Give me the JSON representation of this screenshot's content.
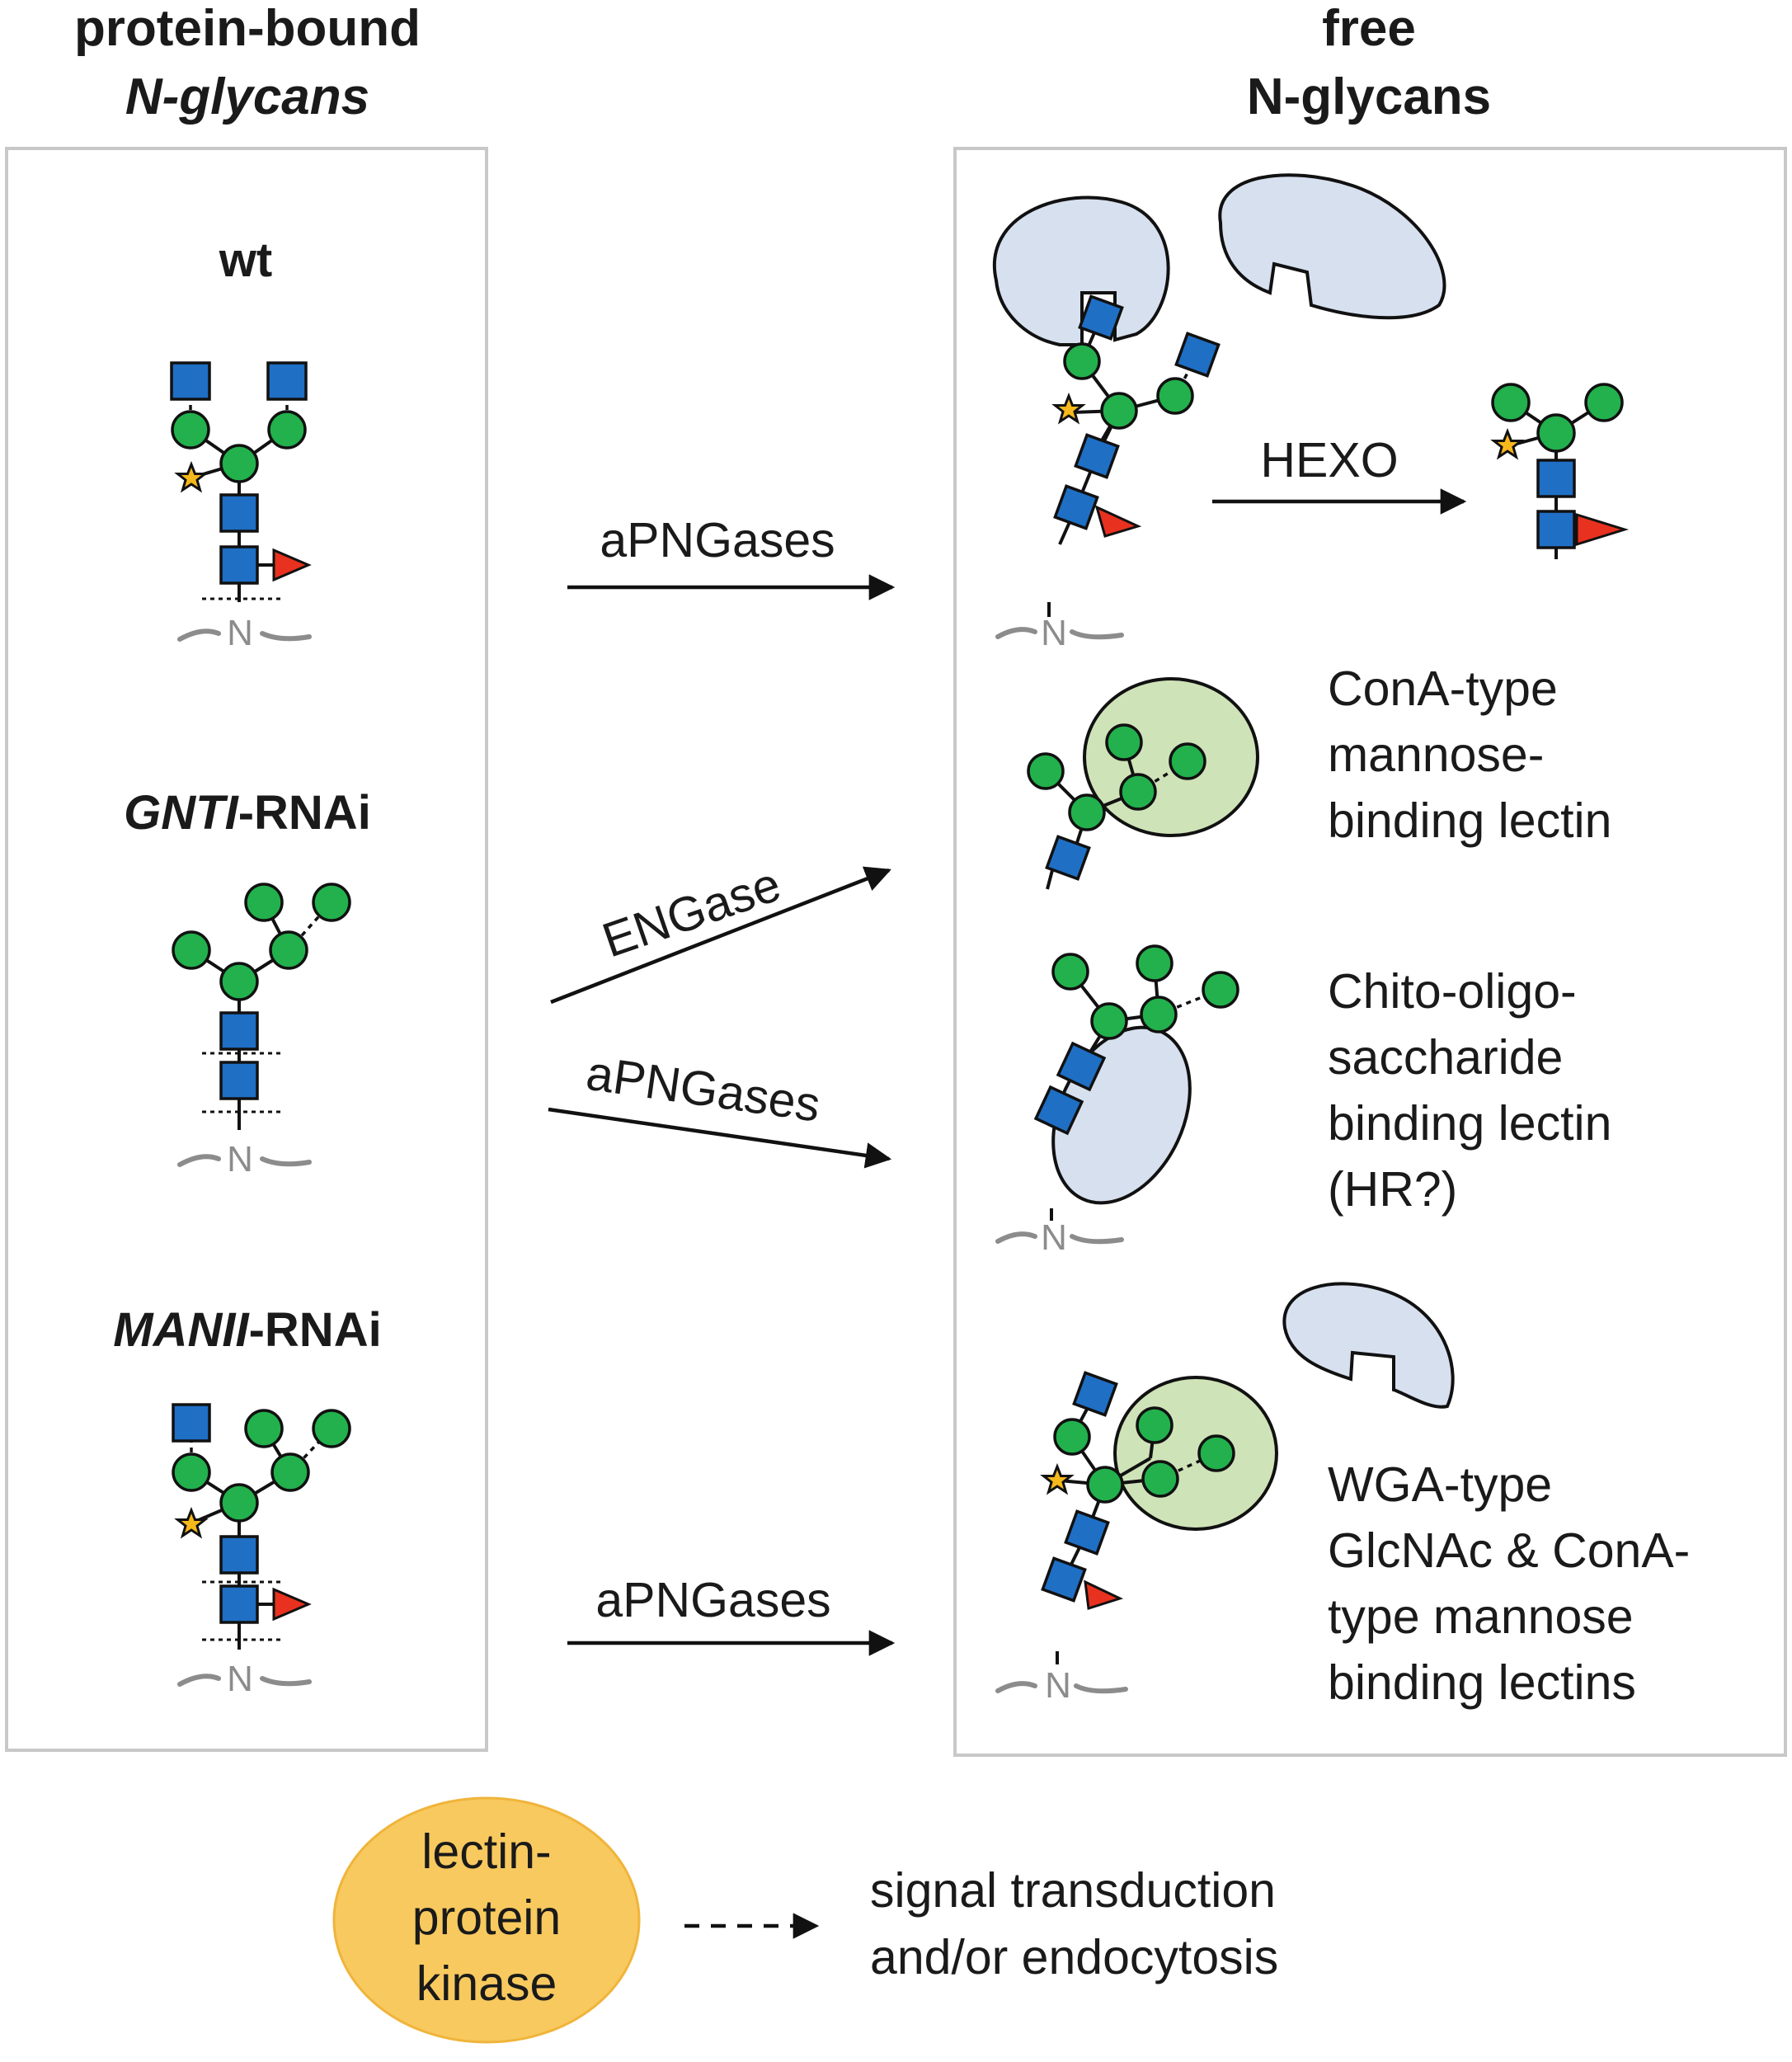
{
  "headers": {
    "left": [
      "protein-bound",
      "N-glycans"
    ],
    "right": [
      "free",
      "N-glycans"
    ]
  },
  "strains": {
    "wt": "wt",
    "gnti_italic": "GNTI",
    "gnti_suffix": "-RNAi",
    "manii_italic": "MANII",
    "manii_suffix": "-RNAi"
  },
  "enzymes": {
    "apngases_1": "aPNGases",
    "engase": "ENGase",
    "apngases_2": "aPNGases",
    "apngases_3": "aPNGases",
    "hexo": "HEXO"
  },
  "lectins": {
    "cona": [
      "ConA-type",
      "mannose-",
      "binding lectin"
    ],
    "chito": [
      "Chito-oligo-",
      "saccharide",
      "binding lectin",
      "(HR?)"
    ],
    "wga": [
      "WGA-type",
      "GlcNAc & ConA-",
      "type mannose",
      "binding lectins"
    ]
  },
  "peptide_residue": "N",
  "kinase": [
    "lectin-",
    "protein",
    "kinase"
  ],
  "signal": [
    "signal transduction",
    "and/or endocytosis"
  ],
  "colors": {
    "mannose": "#22b14c",
    "glcnac": "#1f6fc5",
    "fucose": "#e8311f",
    "xylose": "#f6b81b",
    "lectin_blue": "#d7e0ef",
    "lectin_green": "#cfe3b8",
    "kinase": "#f8c95f"
  },
  "icons": [
    "mannose-circle",
    "glcnac-square",
    "fucose-triangle",
    "xylose-star",
    "lectin-shape",
    "arrow"
  ]
}
